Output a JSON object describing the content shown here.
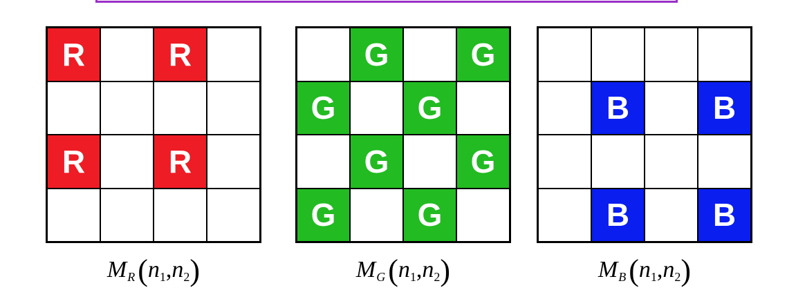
{
  "colors": {
    "red": "#ee1c25",
    "green": "#22bb22",
    "blue": "#0a1ef0",
    "frame": "#9b30c8"
  },
  "grids": [
    {
      "id": "r",
      "letter": "R",
      "color_key": "red",
      "mask": [
        [
          1,
          0,
          1,
          0
        ],
        [
          0,
          0,
          0,
          0
        ],
        [
          1,
          0,
          1,
          0
        ],
        [
          0,
          0,
          0,
          0
        ]
      ]
    },
    {
      "id": "g",
      "letter": "G",
      "color_key": "green",
      "mask": [
        [
          0,
          1,
          0,
          1
        ],
        [
          1,
          0,
          1,
          0
        ],
        [
          0,
          1,
          0,
          1
        ],
        [
          1,
          0,
          1,
          0
        ]
      ]
    },
    {
      "id": "b",
      "letter": "B",
      "color_key": "blue",
      "mask": [
        [
          0,
          0,
          0,
          0
        ],
        [
          0,
          1,
          0,
          1
        ],
        [
          0,
          0,
          0,
          0
        ],
        [
          0,
          1,
          0,
          1
        ]
      ]
    }
  ],
  "captions": {
    "r": {
      "m": "M",
      "sub": "R",
      "n": "n",
      "one": "1",
      "two": "2"
    },
    "g": {
      "m": "M",
      "sub": "G",
      "n": "n",
      "one": "1",
      "two": "2"
    },
    "b": {
      "m": "M",
      "sub": "B",
      "n": "n",
      "one": "1",
      "two": "2"
    }
  }
}
